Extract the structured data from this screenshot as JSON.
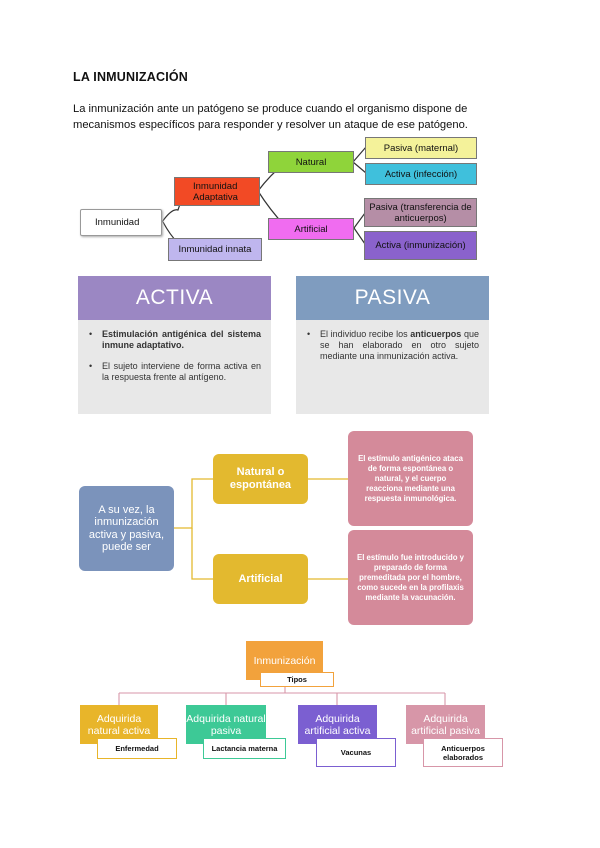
{
  "title": "LA INMUNIZACIÓN",
  "intro": "La inmunización ante un patógeno se produce cuando el organismo dispone de mecanismos específicos para responder y resolver un ataque de ese patógeno.",
  "tree": {
    "root": "Inmunidad",
    "adaptativa": "Inmunidad Adaptativa",
    "innata": "Inmunidad innata",
    "natural": "Natural",
    "artificial": "Artificial",
    "pasiva_materna": "Pasiva (maternal)",
    "activa_infeccion": "Activa (infección)",
    "pasiva_transferencia": "Pasiva (transferencia de anticuerpos)",
    "activa_inmunizacion": "Activa (inmunización)",
    "colors": {
      "natural": "#8fd43a",
      "artificial": "#f06cf0",
      "adaptativa": "#f24a25",
      "innata": "#bfb6ee",
      "pasiva_materna": "#f4f29a",
      "activa_infeccion": "#3fc0dc",
      "pasiva_transferencia": "#b58ea6",
      "activa_inmunizacion": "#8a62cc"
    }
  },
  "panels": {
    "activa": {
      "title": "ACTIVA",
      "bullet1_bold": "Estimulación antigénica del sistema inmune adaptativo.",
      "bullet2": "El sujeto interviene de forma activa en la respuesta frente al antígeno.",
      "color": "#9b87c3"
    },
    "pasiva": {
      "title": "PASIVA",
      "bullet1_a": "El individuo recibe los",
      "bullet1_b": "anticuerpos",
      "bullet1_c": "que se han elaborado en otro sujeto mediante una inmunización activa.",
      "color": "#7f9cbf"
    }
  },
  "flow": {
    "source": "A su vez, la inmunización activa y pasiva, puede ser",
    "natural": "Natural o espontánea",
    "artificial": "Artificial",
    "natural_desc": "El estímulo antigénico ataca de forma espontánea o natural, y el cuerpo reacciona mediante una respuesta inmunológica.",
    "artificial_desc": "El estímulo fue introducido y preparado de forma premeditada por el hombre, como sucede en la profilaxis mediante la vacunación.",
    "colors": {
      "source": "#7b93bb",
      "branch": "#e3b92f",
      "desc": "#d48a9a"
    }
  },
  "tipos": {
    "root": "Inmunización",
    "sublabel": "Tipos",
    "items": [
      {
        "label": "Adquirida natural activa",
        "sub": "Enfermedad",
        "color": "#e8b52a"
      },
      {
        "label": "Adquirida natural pasiva",
        "sub": "Lactancia materna",
        "color": "#3dc996"
      },
      {
        "label": "Adquirida artificial activa",
        "sub": "Vacunas",
        "color": "#7b5fd1"
      },
      {
        "label": "Adquirida artificial pasiva",
        "sub": "Anticuerpos elaborados",
        "color": "#d796a8"
      }
    ],
    "root_color": "#f2a23c"
  }
}
